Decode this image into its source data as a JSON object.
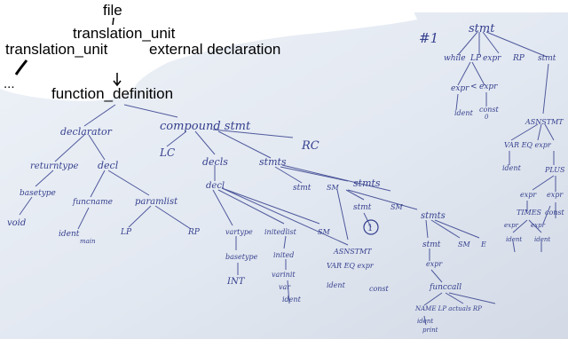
{
  "overlay": {
    "file": "file",
    "translation_unit_top": "translation_unit",
    "translation_unit_left": "translation_unit",
    "external_declaration": "external declaration",
    "ellipsis": "...",
    "function_definition": "function_definition"
  },
  "board": {
    "tag": "#1",
    "nodes": {
      "stmt": "stmt",
      "while": "while",
      "lp": "LP",
      "expr": "expr",
      "rp": "RP",
      "lt": "<",
      "ident": "ident",
      "const": "const",
      "zero": "0",
      "declarator": "declarator",
      "compound_stmt": "compound stmt",
      "lc": "LC",
      "rc": "RC",
      "decls": "decls",
      "stmts": "stmts",
      "returntype": "returntype",
      "decl": "decl",
      "basetype": "basetype",
      "void": "void",
      "funcname": "funcname",
      "paramlist": "paramlist",
      "main": "main",
      "vartype": "vartype",
      "initedlist": "initedlist",
      "sm": "SM",
      "int": "INT",
      "inited": "inited",
      "varinit": "varinit",
      "var": "var",
      "asnstmt": "ASNSTMT",
      "var_eq_expr": "VAR EQ expr",
      "e": "E",
      "funccall": "funccall",
      "name_lp_actuals": "NAME LP actuals RP",
      "print": "print",
      "plus": "PLUS",
      "times": "TIMES",
      "circled_1": "1"
    }
  },
  "colors": {
    "whiteboard": "#e6ebf3",
    "ink": "#2f3a8a",
    "overlay_text": "#000000"
  }
}
